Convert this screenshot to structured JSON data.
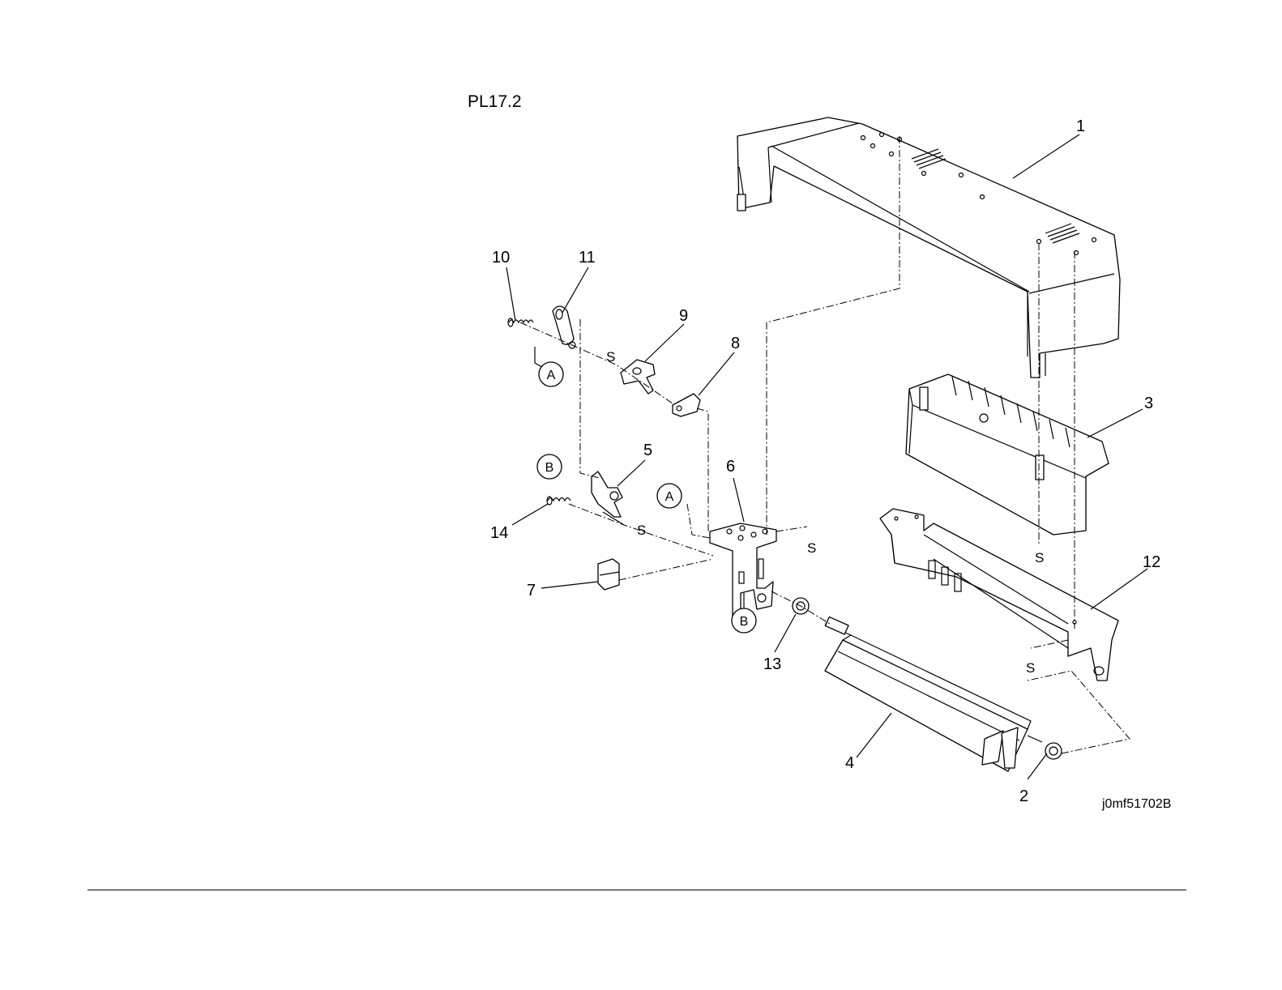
{
  "plate_label": "PL17.2",
  "figure_code": "j0mf51702B",
  "callouts": [
    "1",
    "2",
    "3",
    "4",
    "5",
    "6",
    "7",
    "8",
    "9",
    "10",
    "11",
    "12",
    "13",
    "14"
  ],
  "ref_circles": [
    "A",
    "B",
    "A",
    "B"
  ],
  "screw_marks": [
    "S",
    "S",
    "S",
    "S",
    "S"
  ]
}
